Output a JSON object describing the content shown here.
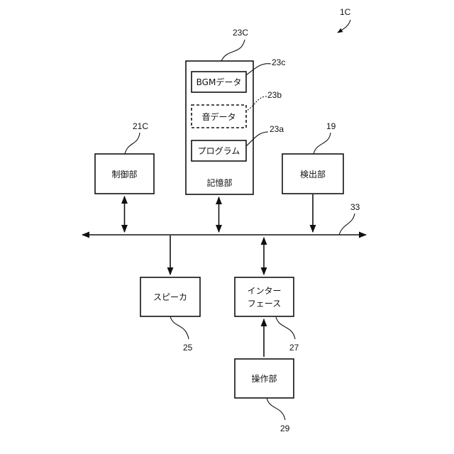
{
  "figure_ref": "1C",
  "storage": {
    "ref": "23C",
    "label": "記憶部",
    "bgm": {
      "label": "BGMデータ",
      "ref": "23c"
    },
    "sound": {
      "label": "音データ",
      "ref": "23b"
    },
    "program": {
      "label": "プログラム",
      "ref": "23a"
    }
  },
  "control": {
    "label": "制御部",
    "ref": "21C"
  },
  "detector": {
    "label": "検出部",
    "ref": "19"
  },
  "bus": {
    "ref": "33"
  },
  "speaker": {
    "label": "スピーカ",
    "ref": "25"
  },
  "interface": {
    "label_line1": "インター",
    "label_line2": "フェース",
    "ref": "27"
  },
  "operation": {
    "label": "操作部",
    "ref": "29"
  }
}
